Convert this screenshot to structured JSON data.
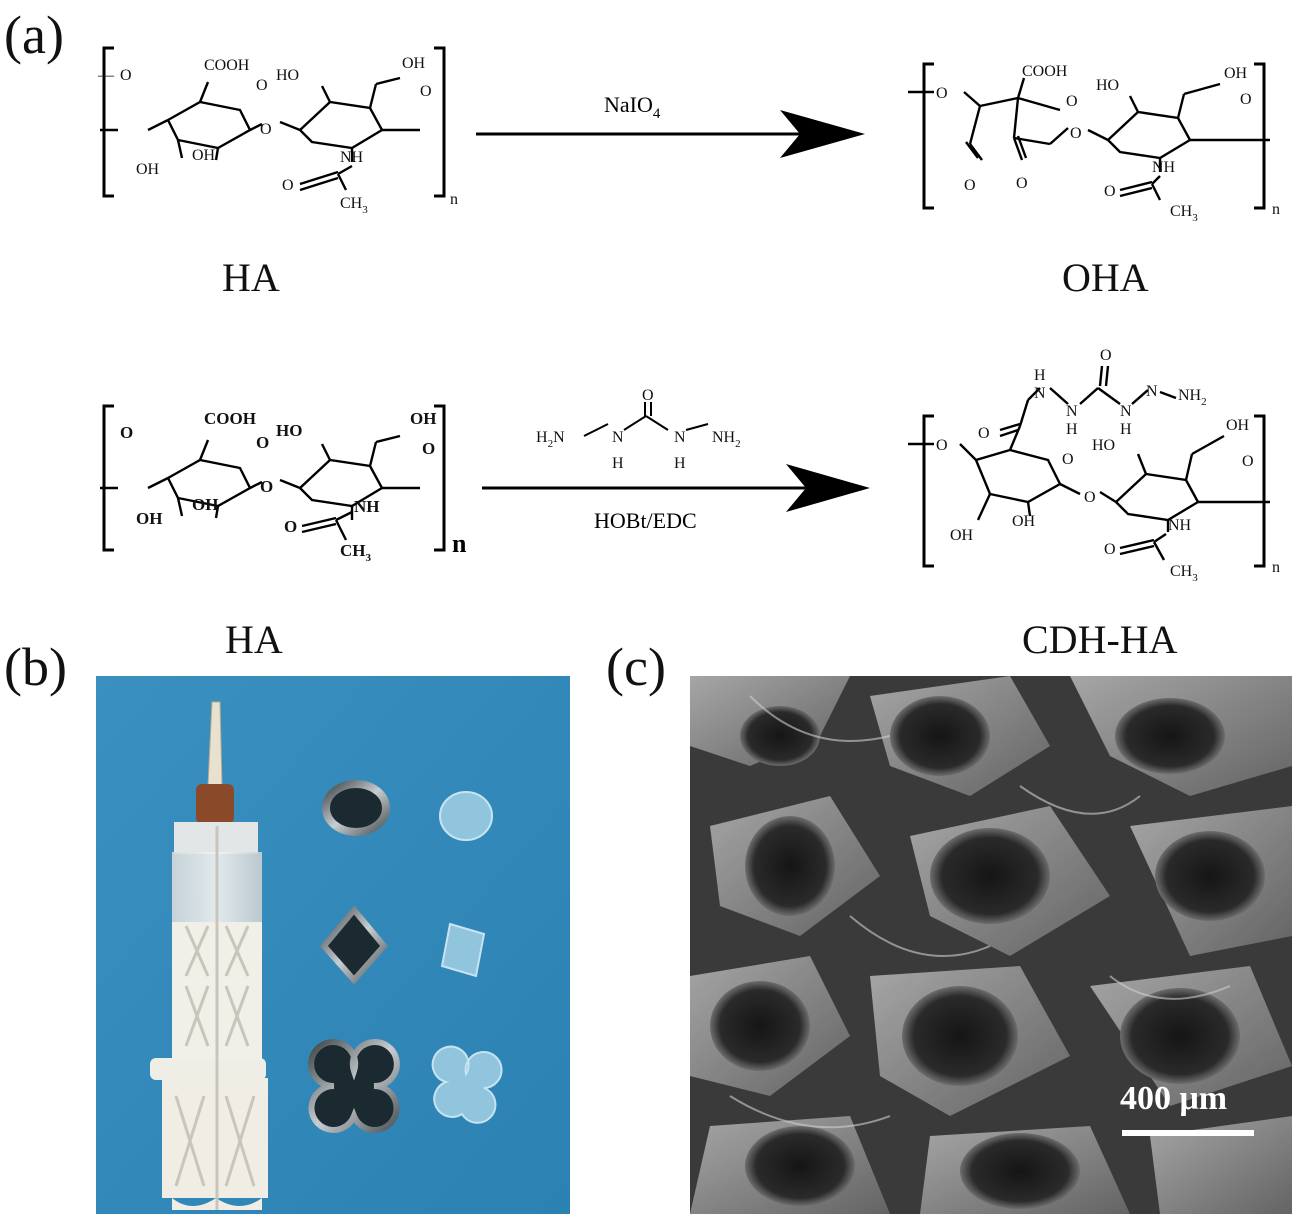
{
  "panel_labels": {
    "a": "(a)",
    "b": "(b)",
    "c": "(c)"
  },
  "scheme1": {
    "reactant_name": "HA",
    "product_name": "OHA",
    "reagent": "NaIO",
    "reagent_subscript": "4"
  },
  "scheme2": {
    "reactant_name": "HA",
    "product_name": "CDH-HA",
    "reagent_top_h2n": "H",
    "reagent_bottom": "HOBt/EDC"
  },
  "atoms": {
    "cooh": "COOH",
    "oh": "OH",
    "ho": "HO",
    "nh": "NH",
    "o": "O",
    "ch3": "CH",
    "ch3_sub": "3",
    "n": "n",
    "h": "H",
    "N": "N",
    "nh2": "NH",
    "nh2_sub": "2",
    "h2n_sub": "2",
    "h2n_tail": "N"
  },
  "panel_c": {
    "scale_bar_label": "400 μm"
  },
  "colors": {
    "photo_background": "#2f87b8",
    "syringe_cap": "#8a4a2a",
    "sem_dark": "#2b2b2b",
    "sem_light": "#a9a9a9"
  }
}
